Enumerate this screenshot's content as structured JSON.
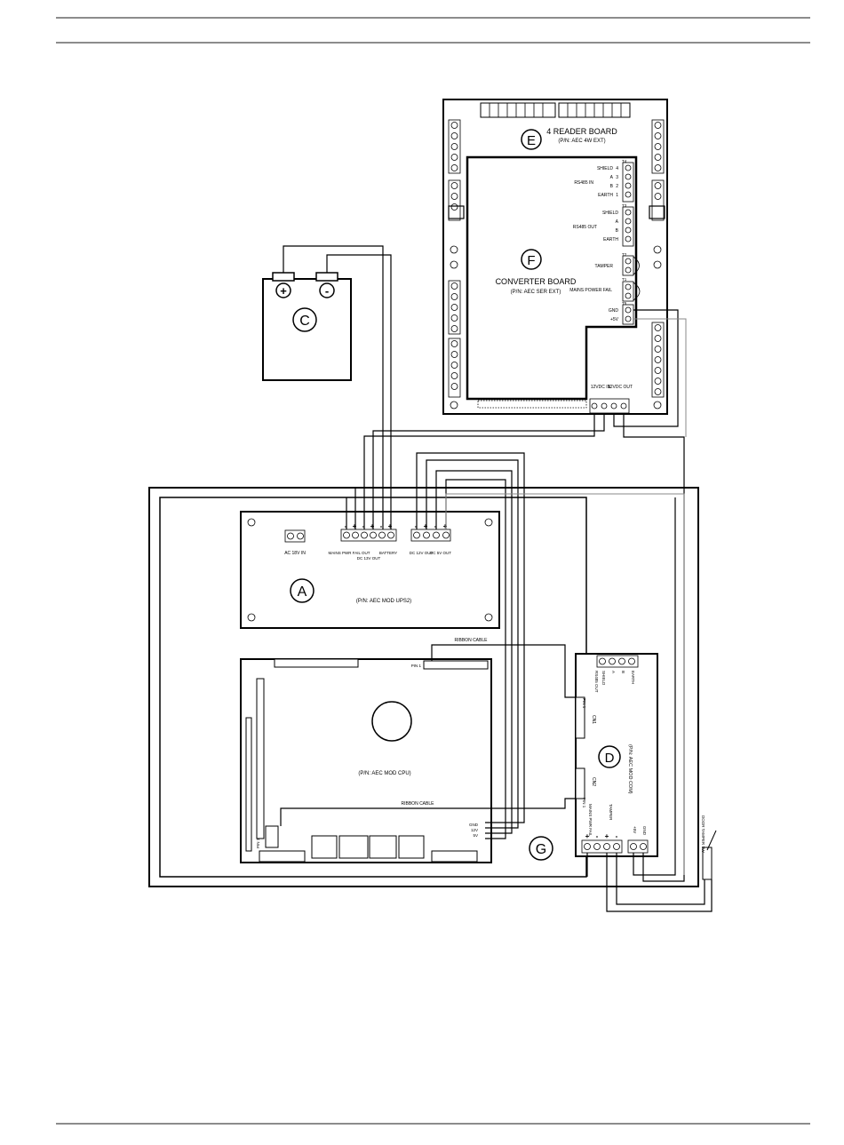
{
  "reader_board": {
    "letter": "E",
    "title": "4 READER BOARD",
    "part": "(P/N: AEC 4W EXT)"
  },
  "converter_board": {
    "letter": "F",
    "title": "CONVERTER BOARD",
    "part": "(P/N: AEC SER EXT)",
    "t_labels": [
      "T4",
      "T3",
      "T2",
      "T1",
      "T5"
    ],
    "rs485_in": "RS485 IN",
    "rs485_out": "RS485 OUT",
    "shield": "SHIELD",
    "a": "A",
    "b": "B",
    "earth": "EARTH",
    "tamper": "TAMPER",
    "mains_power_fail": "MAINS POWER FAIL",
    "gnd": "GND",
    "plus5v": "+5V",
    "pin_nums": [
      "4",
      "3",
      "2",
      "1"
    ],
    "in12": "12VDC IN",
    "out12": "12VDC OUT"
  },
  "battery": {
    "letter": "C",
    "plus": "+",
    "minus": "-"
  },
  "ups_board": {
    "letter": "A",
    "part": "(P/N: AEC MOD UPS2)",
    "ac_in": "AC 18V IN",
    "mains_fail": "MAINS PWR FAIL OUT",
    "dc13": "DC 13V OUT",
    "battery": "BATTERY",
    "dc12": "DC 12V OUT",
    "dc5": "DC 5V OUT",
    "plus": "+",
    "minus": "-"
  },
  "cpu_board": {
    "part": "(P/N: AEC MOD CPU)",
    "ribbon1": "RIBBON CABLE",
    "ribbon2": "RIBBON CABLE",
    "pin1": "PIN 1",
    "pin1b": "PIN 1",
    "gnd": "GND",
    "12v": "12V",
    "5v": "5V"
  },
  "com_board": {
    "letter": "D",
    "part": "(P/N: AEC MOD COM)",
    "cn1": "CN1",
    "cn2": "CN2",
    "pin1": "PIN 1",
    "pin1b": "PIN 1",
    "rs485_out": "RS485 OUT",
    "shield": "SHIELD",
    "a": "A",
    "b": "B",
    "earth": "EARTH",
    "mains_pwr_fail": "MAINS PWR FAIL",
    "tamper": "TAMPER",
    "plus5v": "+5V",
    "gnd": "GND",
    "door_tamper": "DOOR TAMPER SW",
    "plus": "+",
    "minus": "-"
  },
  "enclosure": {
    "letter": "G"
  }
}
